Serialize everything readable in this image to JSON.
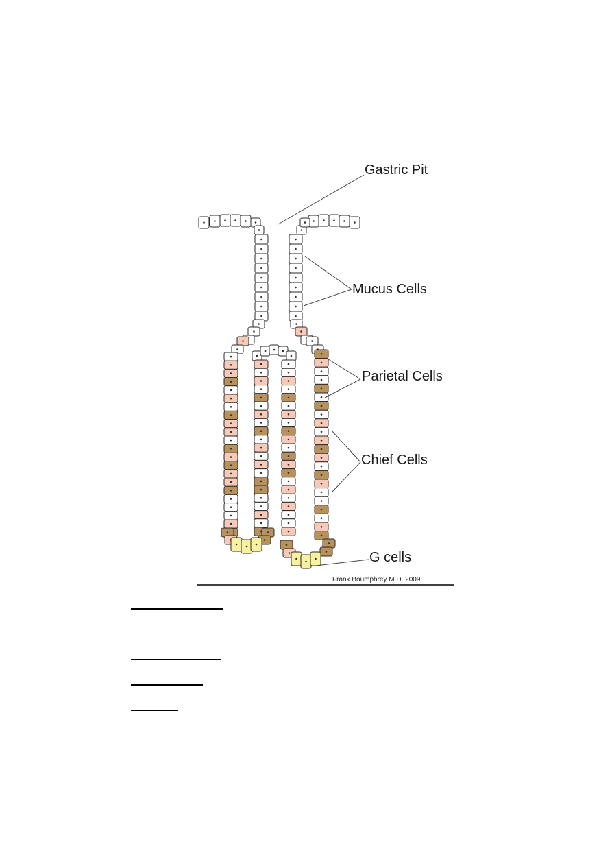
{
  "diagram": {
    "labels": {
      "gastric_pit": "Gastric Pit",
      "mucus_cells": "Mucus Cells",
      "parietal_cells": "Parietal Cells",
      "chief_cells": "Chief Cells",
      "g_cells": "G cells"
    },
    "credit": "Frank Boumphrey M.D. 2009",
    "cell_colors": {
      "mucus": "#ffffff",
      "parietal": "#f6c9b8",
      "chief": "#b8925c",
      "g": "#f8f2a0",
      "outline": "#2a2a2a"
    }
  },
  "answer_lines": 4
}
